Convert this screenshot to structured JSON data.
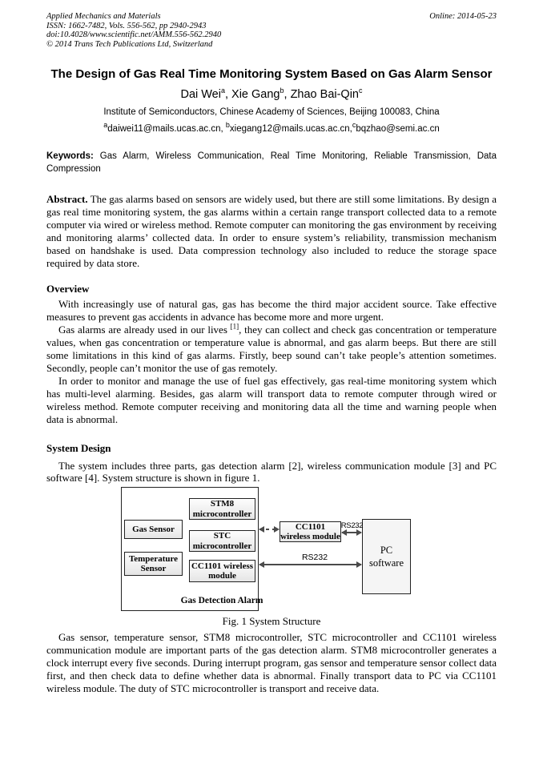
{
  "colors": {
    "background": "#ffffff",
    "text": "#000000"
  },
  "header": {
    "journal": "Applied Mechanics and Materials",
    "issn": "ISSN: 1662-7482, Vols. 556-562, pp 2940-2943",
    "doi": "doi:10.4028/www.scientific.net/AMM.556-562.2940",
    "copyright": "© 2014 Trans Tech Publications Ltd, Switzerland",
    "online": "Online: 2014-05-23"
  },
  "title": "The Design of Gas Real Time Monitoring System Based on Gas Alarm Sensor",
  "authors": {
    "a1": "Dai Wei",
    "s1": "a",
    "a2": ", Xie Gang",
    "s2": "b",
    "a3": ", Zhao Bai-Qin",
    "s3": "c"
  },
  "affiliation": "Institute of Semiconductors, Chinese Academy of Sciences, Beijing 100083, China",
  "emails": {
    "s1": "a",
    "e1": "daiwei11@mails.ucas.ac.cn, ",
    "s2": "b",
    "e2": "xiegang12@mails.ucas.ac.cn,",
    "s3": "c",
    "e3": "bqzhao@semi.ac.cn"
  },
  "keywords": {
    "label": "Keywords:",
    "text": " Gas Alarm, Wireless Communication, Real Time Monitoring, Reliable Transmission, Data Compression"
  },
  "abstract": {
    "label": "Abstract.",
    "text": " The gas alarms based on sensors are widely used, but there are still some limitations. By design a gas real time monitoring system, the gas alarms within a certain range transport collected data to a remote computer via wired or wireless method. Remote computer can monitoring the gas environment by receiving and monitoring alarms’ collected data. In order to ensure system’s reliability, transmission mechanism based on handshake is used. Data compression technology also included to reduce the storage space required by data store."
  },
  "overview": {
    "heading": "Overview",
    "p1": "With increasingly use of natural gas, gas has become the third major accident source. Take effective measures to prevent gas accidents in advance has become more and more urgent.",
    "p2a": "Gas alarms are already used in our lives ",
    "p2ref": "[1]",
    "p2b": ", they can collect and check gas concentration or temperature values, when gas concentration or temperature value is abnormal, and gas alarm beeps. But there are still some limitations in this kind of gas alarms. Firstly, beep sound can’t take people’s attention sometimes. Secondly, people can’t monitor the use of gas remotely.",
    "p3": "In order to monitor and manage the use of fuel gas effectively, gas real-time monitoring system which has multi-level alarming. Besides, gas alarm will transport data to remote computer through wired or wireless method. Remote computer receiving and monitoring data all the time and warning people when data is abnormal."
  },
  "system_design": {
    "heading": "System Design",
    "p1": "The system includes three parts, gas detection alarm [2], wireless communication module [3] and PC software [4]. System structure is shown in figure 1.",
    "p2": "Gas sensor, temperature sensor, STM8 microcontroller, STC microcontroller and CC1101 wireless communication module are important parts of the gas detection alarm. STM8 microcontroller generates a clock interrupt every five seconds. During interrupt program, gas sensor and temperature sensor collect data first, and then check data to define whether data is abnormal. Finally transport data to PC via CC1101 wireless module. The duty of STC microcontroller is transport and receive data."
  },
  "figure": {
    "caption": "Fig. 1 System Structure",
    "blocks": {
      "gas_sensor": "Gas Sensor",
      "temperature_sensor": "Temperature Sensor",
      "stm8": "STM8 microcontroller",
      "stc": "STC microcontroller",
      "cc1101_inner": "CC1101 wireless module",
      "cc1101_outer": "CC1101 wireless module",
      "outer_label": "Gas Detection Alarm",
      "pc": "PC software",
      "rs232_top": "RS232",
      "rs232_mid": "RS232"
    }
  }
}
